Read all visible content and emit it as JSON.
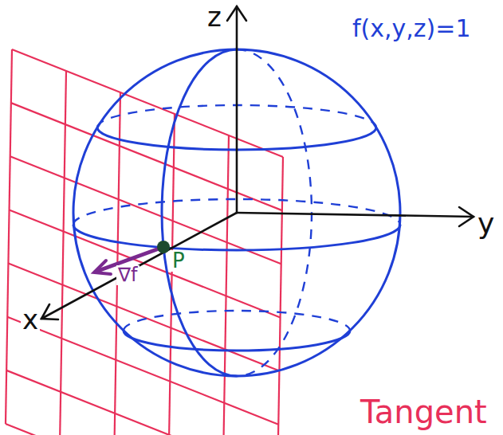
{
  "diagram": {
    "labels": [
      "f(x,y,z)=1",
      "z",
      "y",
      "x",
      "P",
      "∇f",
      "Tangent"
    ]
  }
}
